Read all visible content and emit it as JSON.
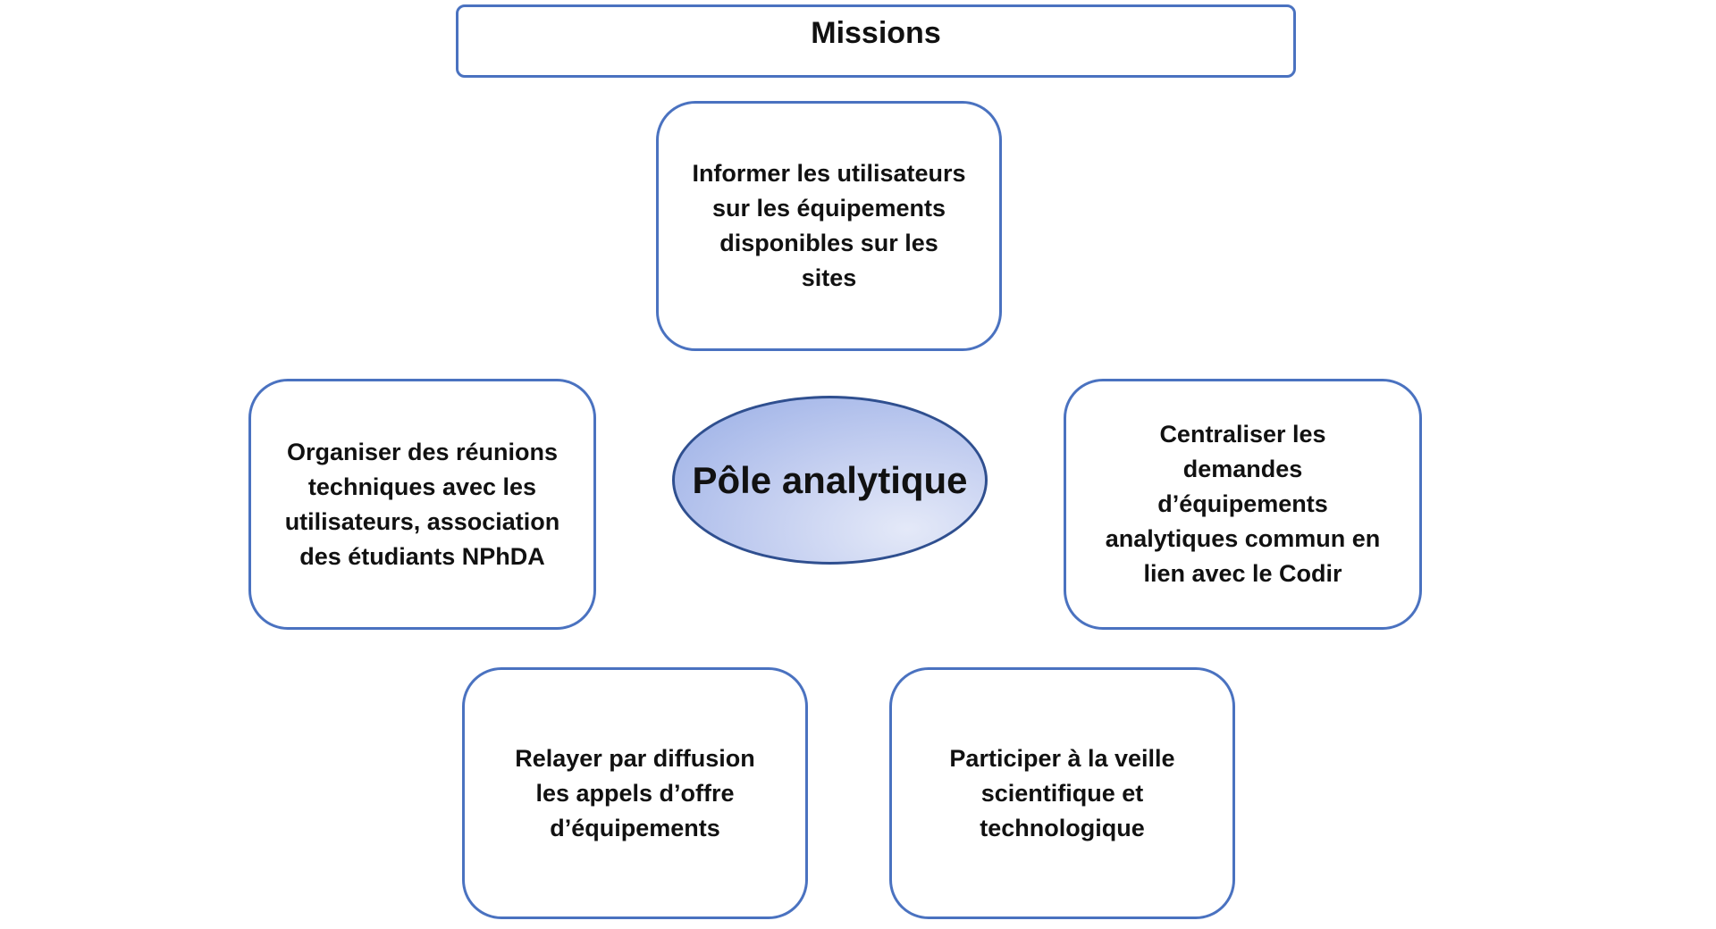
{
  "title": "Missions",
  "center": "Pôle analytique",
  "missions": [
    "Informer les utilisateurs sur les équipements disponibles sur les sites",
    "Organiser des réunions techniques avec les utilisateurs, association des étudiants NPhDA",
    "Centraliser les demandes d’équipements analytiques commun en lien avec le Codir",
    "Relayer par diffusion les appels d’offre d’équipements",
    "Participer à la veille scientifique et technologique"
  ],
  "colors": {
    "border": "#4a72c0",
    "ellipse_border": "#2f4f8f",
    "ellipse_fill": "#b4c3ee"
  }
}
